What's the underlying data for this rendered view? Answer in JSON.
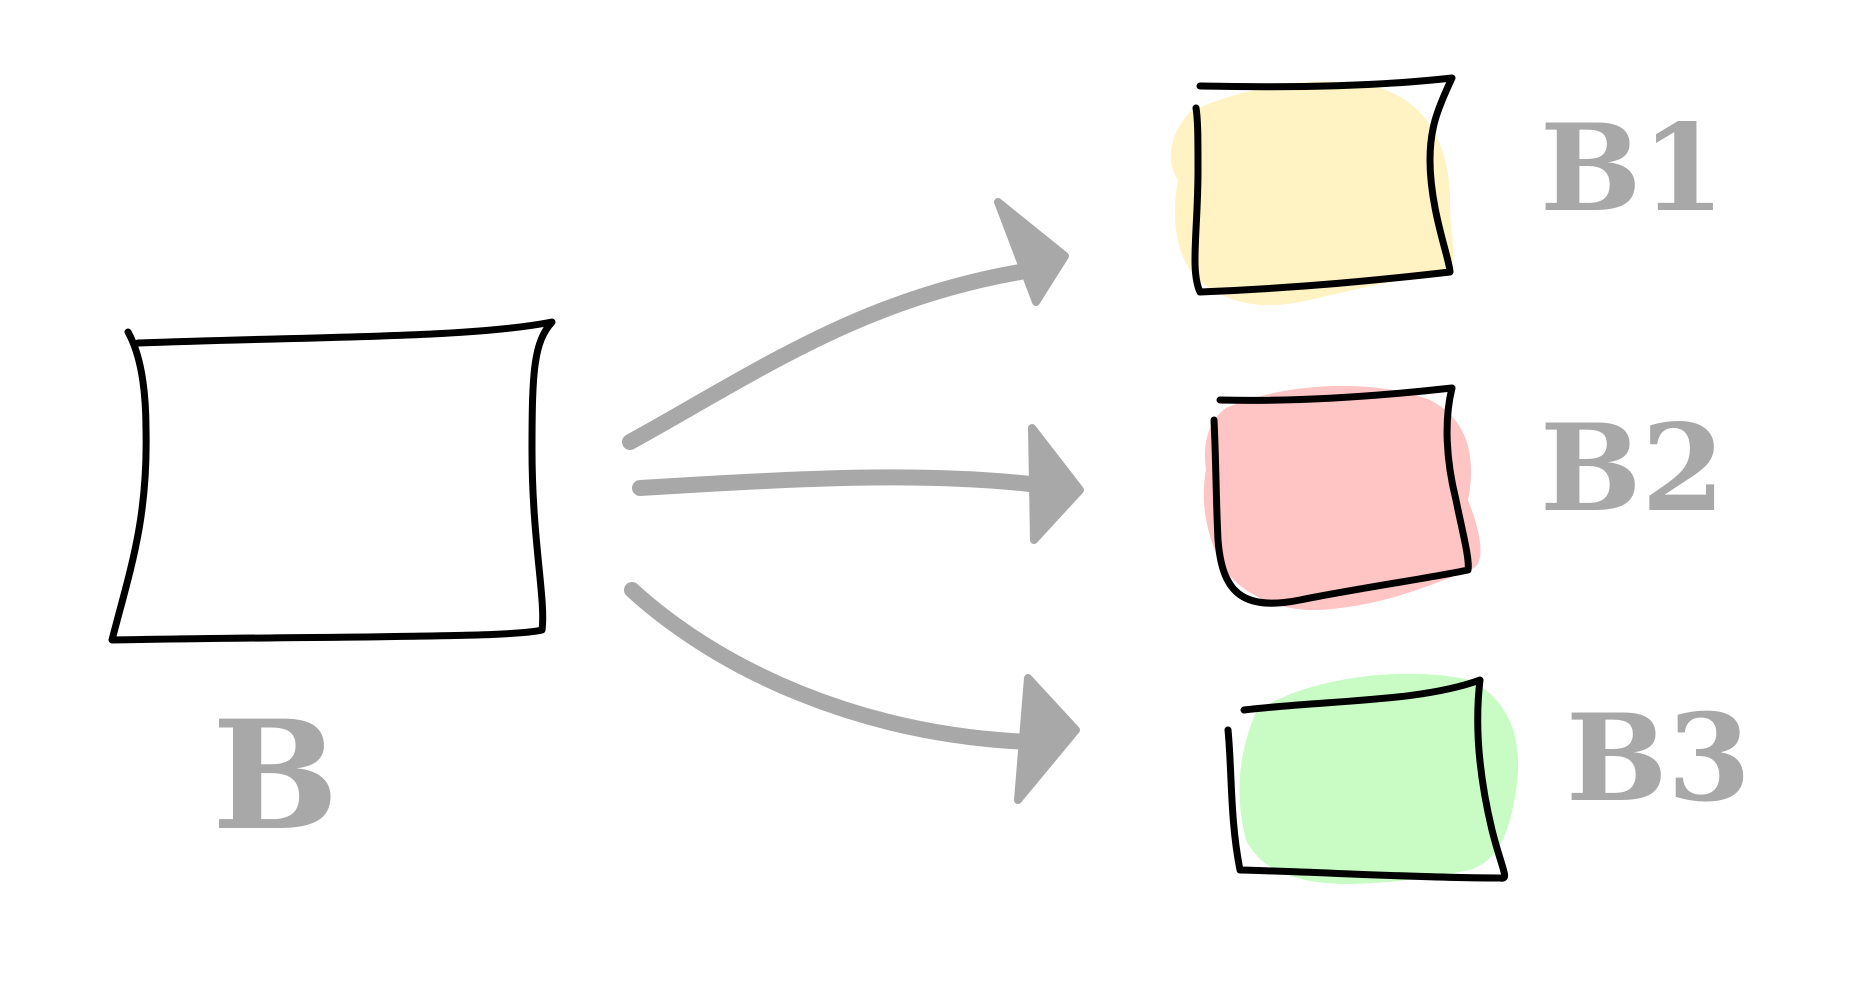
{
  "source": {
    "label": "B",
    "fill": "#ffffff",
    "stroke": "#000000"
  },
  "targets": [
    {
      "label": "B1",
      "fill": "#fff3c4",
      "stroke": "#000000"
    },
    {
      "label": "B2",
      "fill": "#ffc4c4",
      "stroke": "#000000"
    },
    {
      "label": "B3",
      "fill": "#c8fcc4",
      "stroke": "#000000"
    }
  ],
  "arrow_color": "#a8a8a8",
  "label_color": "#a8a8a8"
}
